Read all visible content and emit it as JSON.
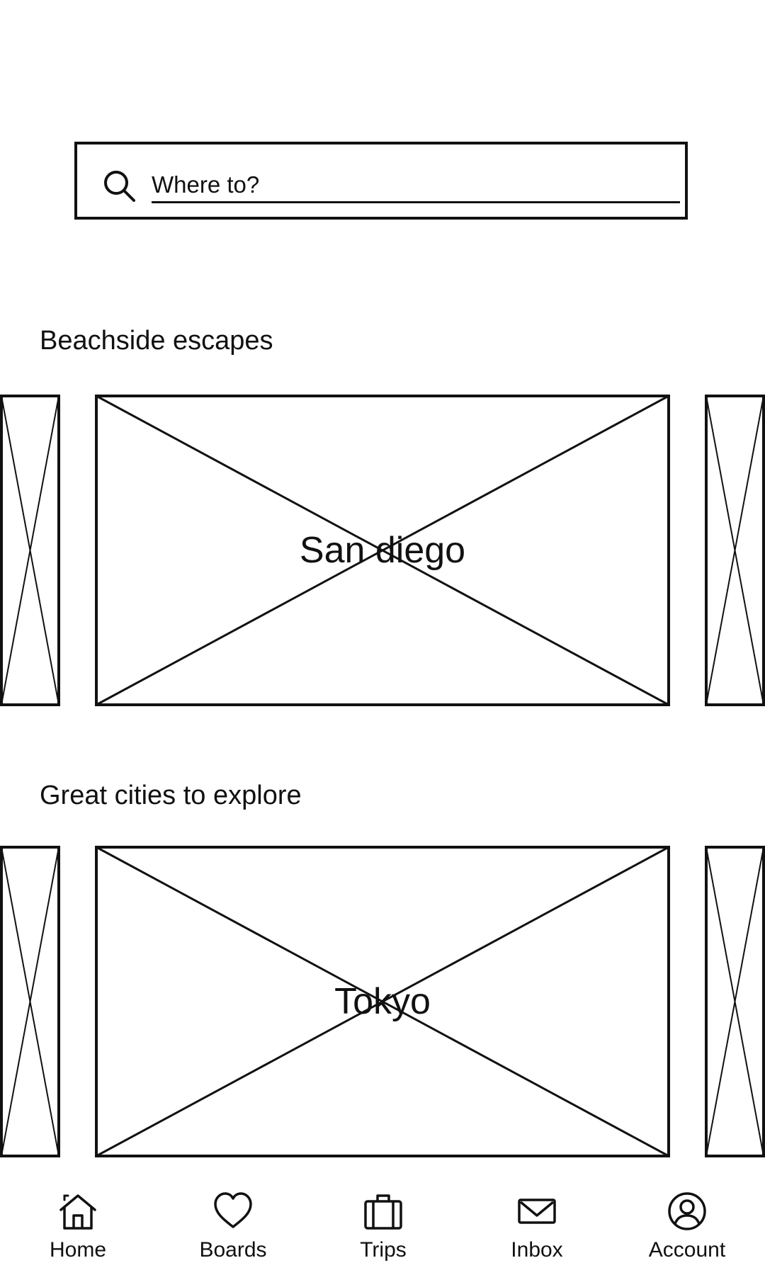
{
  "search": {
    "placeholder": "Where to?",
    "icon": "search-icon"
  },
  "sections": [
    {
      "title": "Beachside escapes",
      "featured": "San diego"
    },
    {
      "title": "Great cities to explore",
      "featured": "Tokyo"
    }
  ],
  "nav": {
    "items": [
      {
        "label": "Home",
        "icon": "home-icon"
      },
      {
        "label": "Boards",
        "icon": "heart-icon"
      },
      {
        "label": "Trips",
        "icon": "briefcase-icon"
      },
      {
        "label": "Inbox",
        "icon": "mail-icon"
      },
      {
        "label": "Account",
        "icon": "user-circle-icon"
      }
    ]
  }
}
